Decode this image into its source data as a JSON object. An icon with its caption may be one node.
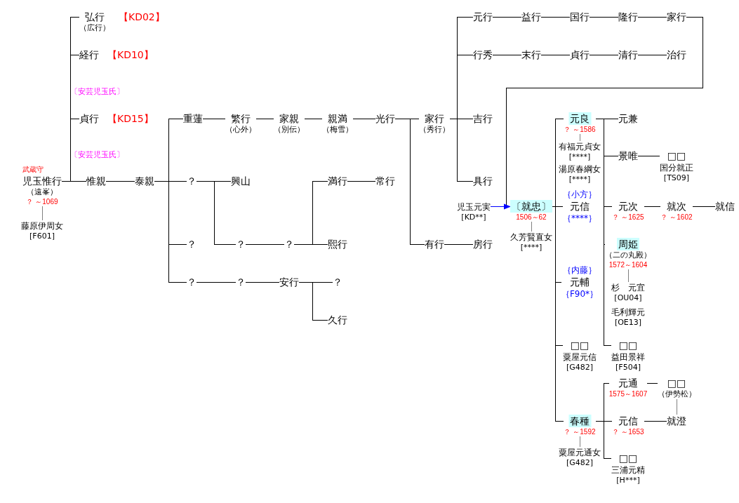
{
  "diagram": {
    "nodes": [
      {
        "text": [
          "武蔵守",
          "児玉惟行",
          "（遠峯）",
          "？ ～1069"
        ]
      },
      {
        "text": [
          "藤原伊周女",
          "[F601]"
        ]
      },
      {
        "text": [
          "弘行",
          "【KD02】",
          "（広行）"
        ]
      },
      {
        "text": [
          "経行",
          "【KD10】"
        ]
      },
      {
        "text": [
          "貞行",
          "【KD15】"
        ]
      },
      {
        "text": [
          "惟親"
        ]
      },
      {
        "text": [
          "泰親"
        ]
      },
      {
        "text": [
          "重蓮"
        ]
      },
      {
        "text": [
          "繁行",
          "（心外）"
        ]
      },
      {
        "text": [
          "家親",
          "（別伝）"
        ]
      },
      {
        "text": [
          "親満",
          "（梅雪）"
        ]
      },
      {
        "text": [
          "光行"
        ]
      },
      {
        "text": [
          "家行",
          "（秀行）"
        ]
      },
      {
        "text": [
          "元行"
        ]
      },
      {
        "text": [
          "益行"
        ]
      },
      {
        "text": [
          "国行"
        ]
      },
      {
        "text": [
          "隆行"
        ]
      },
      {
        "text": [
          "家行"
        ]
      },
      {
        "text": [
          "行秀"
        ]
      },
      {
        "text": [
          "末行"
        ]
      },
      {
        "text": [
          "貞行"
        ]
      },
      {
        "text": [
          "清行"
        ]
      },
      {
        "text": [
          "治行"
        ]
      },
      {
        "text": [
          "吉行"
        ]
      },
      {
        "text": [
          "具行"
        ]
      },
      {
        "text": [
          "？"
        ]
      },
      {
        "text": [
          "興山"
        ]
      },
      {
        "text": [
          "？"
        ]
      },
      {
        "text": [
          "？"
        ]
      },
      {
        "text": [
          "？"
        ]
      },
      {
        "text": [
          "満行"
        ]
      },
      {
        "text": [
          "常行"
        ]
      },
      {
        "text": [
          "熙行"
        ]
      },
      {
        "text": [
          "？"
        ]
      },
      {
        "text": [
          "？"
        ]
      },
      {
        "text": [
          "安行"
        ]
      },
      {
        "text": [
          "？"
        ]
      },
      {
        "text": [
          "久行"
        ]
      },
      {
        "text": [
          "有行"
        ]
      },
      {
        "text": [
          "房行"
        ]
      },
      {
        "text": [
          "児玉元実",
          "[KD**]"
        ]
      },
      {
        "text": [
          "〔就忠〕",
          "1506～62"
        ]
      },
      {
        "text": [
          "久芳賢直女",
          "[****]"
        ]
      },
      {
        "text": [
          "元良",
          "？ ～1586"
        ]
      },
      {
        "text": [
          "有福元貞女",
          "[****]"
        ]
      },
      {
        "text": [
          "湯原春綱女",
          "[****]"
        ]
      },
      {
        "text": [
          "｛小方｝",
          "元信",
          "｛****｝"
        ]
      },
      {
        "text": [
          "｛内藤｝",
          "元輔",
          "｛F90*｝"
        ]
      },
      {
        "text": [
          "□□",
          "粟屋元信",
          "[G482]"
        ]
      },
      {
        "text": [
          "春種",
          "？ ～1592"
        ]
      },
      {
        "text": [
          "粟屋元通女",
          "[G482]"
        ]
      },
      {
        "text": [
          "元兼"
        ]
      },
      {
        "text": [
          "景唯"
        ]
      },
      {
        "text": [
          "□□",
          "国分就正",
          "[TS09]"
        ]
      },
      {
        "text": [
          "元次",
          "？ ～1625"
        ]
      },
      {
        "text": [
          "就次",
          "？ ～1602"
        ]
      },
      {
        "text": [
          "就信"
        ]
      },
      {
        "text": [
          "周姫",
          "（二の丸殿）",
          "1572～1604"
        ]
      },
      {
        "text": [
          "杉　元宜",
          "[OU04]"
        ]
      },
      {
        "text": [
          "毛利輝元",
          "[OE13]"
        ]
      },
      {
        "text": [
          "□□",
          "益田景祥",
          "[F504]"
        ]
      },
      {
        "text": [
          "元通",
          "1575～1607"
        ]
      },
      {
        "text": [
          "□□",
          "（伊勢松）"
        ]
      },
      {
        "text": [
          "元信",
          "？ ～1653"
        ]
      },
      {
        "text": [
          "就澄"
        ]
      },
      {
        "text": [
          "□□",
          "三浦元精",
          "[H***]"
        ]
      }
    ],
    "edges": [
      {
        "from": 0,
        "to": 2,
        "arrow": "none"
      },
      {
        "from": 0,
        "to": 3,
        "arrow": "none"
      },
      {
        "from": 0,
        "to": 4,
        "arrow": "none"
      },
      {
        "from": 0,
        "to": 5,
        "arrow": "none"
      },
      {
        "from": 0,
        "to": 1,
        "arrow": "none",
        "color": "#808080"
      },
      {
        "from": 5,
        "to": 6,
        "arrow": "none"
      },
      {
        "from": 6,
        "to": 7,
        "arrow": "none"
      },
      {
        "from": 6,
        "to": 25,
        "arrow": "none"
      },
      {
        "from": 6,
        "to": 27,
        "arrow": "none"
      },
      {
        "from": 6,
        "to": 33,
        "arrow": "none"
      },
      {
        "from": 7,
        "to": 8,
        "arrow": "none"
      },
      {
        "from": 8,
        "to": 9,
        "arrow": "none"
      },
      {
        "from": 9,
        "to": 10,
        "arrow": "none"
      },
      {
        "from": 10,
        "to": 11,
        "arrow": "none"
      },
      {
        "from": 11,
        "to": 12,
        "arrow": "none"
      },
      {
        "from": 11,
        "to": 38,
        "arrow": "none"
      },
      {
        "from": 12,
        "to": 13,
        "arrow": "none"
      },
      {
        "from": 12,
        "to": 18,
        "arrow": "none"
      },
      {
        "from": 12,
        "to": 23,
        "arrow": "none"
      },
      {
        "from": 12,
        "to": 24,
        "arrow": "none"
      },
      {
        "from": 13,
        "to": 14,
        "arrow": "none"
      },
      {
        "from": 14,
        "to": 15,
        "arrow": "none"
      },
      {
        "from": 15,
        "to": 16,
        "arrow": "none"
      },
      {
        "from": 16,
        "to": 17,
        "arrow": "none"
      },
      {
        "from": 18,
        "to": 19,
        "arrow": "none"
      },
      {
        "from": 19,
        "to": 20,
        "arrow": "none"
      },
      {
        "from": 20,
        "to": 21,
        "arrow": "none"
      },
      {
        "from": 21,
        "to": 22,
        "arrow": "none"
      },
      {
        "from": 17,
        "to": 41,
        "arrow": "none"
      },
      {
        "from": 40,
        "to": 41,
        "arrow": "to",
        "color": "#0000ff"
      },
      {
        "from": 25,
        "to": 26,
        "arrow": "none"
      },
      {
        "from": 25,
        "to": 28,
        "arrow": "none"
      },
      {
        "from": 28,
        "to": 29,
        "arrow": "none"
      },
      {
        "from": 29,
        "to": 30,
        "arrow": "none"
      },
      {
        "from": 29,
        "to": 32,
        "arrow": "none"
      },
      {
        "from": 30,
        "to": 31,
        "arrow": "none"
      },
      {
        "from": 33,
        "to": 34,
        "arrow": "none"
      },
      {
        "from": 34,
        "to": 35,
        "arrow": "none"
      },
      {
        "from": 35,
        "to": 36,
        "arrow": "none"
      },
      {
        "from": 35,
        "to": 37,
        "arrow": "none"
      },
      {
        "from": 38,
        "to": 39,
        "arrow": "none"
      },
      {
        "from": 41,
        "to": 42,
        "arrow": "none",
        "color": "#808080"
      },
      {
        "from": 41,
        "to": 43,
        "arrow": "none"
      },
      {
        "from": 41,
        "to": 46,
        "arrow": "none"
      },
      {
        "from": 41,
        "to": 47,
        "arrow": "none"
      },
      {
        "from": 41,
        "to": 48,
        "arrow": "none"
      },
      {
        "from": 41,
        "to": 49,
        "arrow": "none"
      },
      {
        "from": 43,
        "to": 44,
        "arrow": "none",
        "color": "#808080"
      },
      {
        "from": 43,
        "to": 51,
        "arrow": "none"
      },
      {
        "from": 43,
        "to": 52,
        "arrow": "none"
      },
      {
        "from": 43,
        "to": 54,
        "arrow": "none"
      },
      {
        "from": 43,
        "to": 57,
        "arrow": "none"
      },
      {
        "from": 43,
        "to": 60,
        "arrow": "none"
      },
      {
        "from": 52,
        "to": 53,
        "arrow": "none"
      },
      {
        "from": 54,
        "to": 55,
        "arrow": "none"
      },
      {
        "from": 55,
        "to": 56,
        "arrow": "none"
      },
      {
        "from": 57,
        "to": 58,
        "arrow": "none",
        "color": "#808080"
      },
      {
        "from": 49,
        "to": 50,
        "arrow": "none",
        "color": "#808080"
      },
      {
        "from": 49,
        "to": 61,
        "arrow": "none"
      },
      {
        "from": 49,
        "to": 63,
        "arrow": "none"
      },
      {
        "from": 49,
        "to": 65,
        "arrow": "none"
      },
      {
        "from": 61,
        "to": 62,
        "arrow": "none"
      },
      {
        "from": 63,
        "to": 64,
        "arrow": "none"
      },
      {
        "from": 62,
        "to": 64,
        "arrow": "none",
        "color": "#808080"
      }
    ],
    "labels": [
      "〔安芸児玉氏〕",
      "〔安芸児玉氏〕"
    ]
  }
}
